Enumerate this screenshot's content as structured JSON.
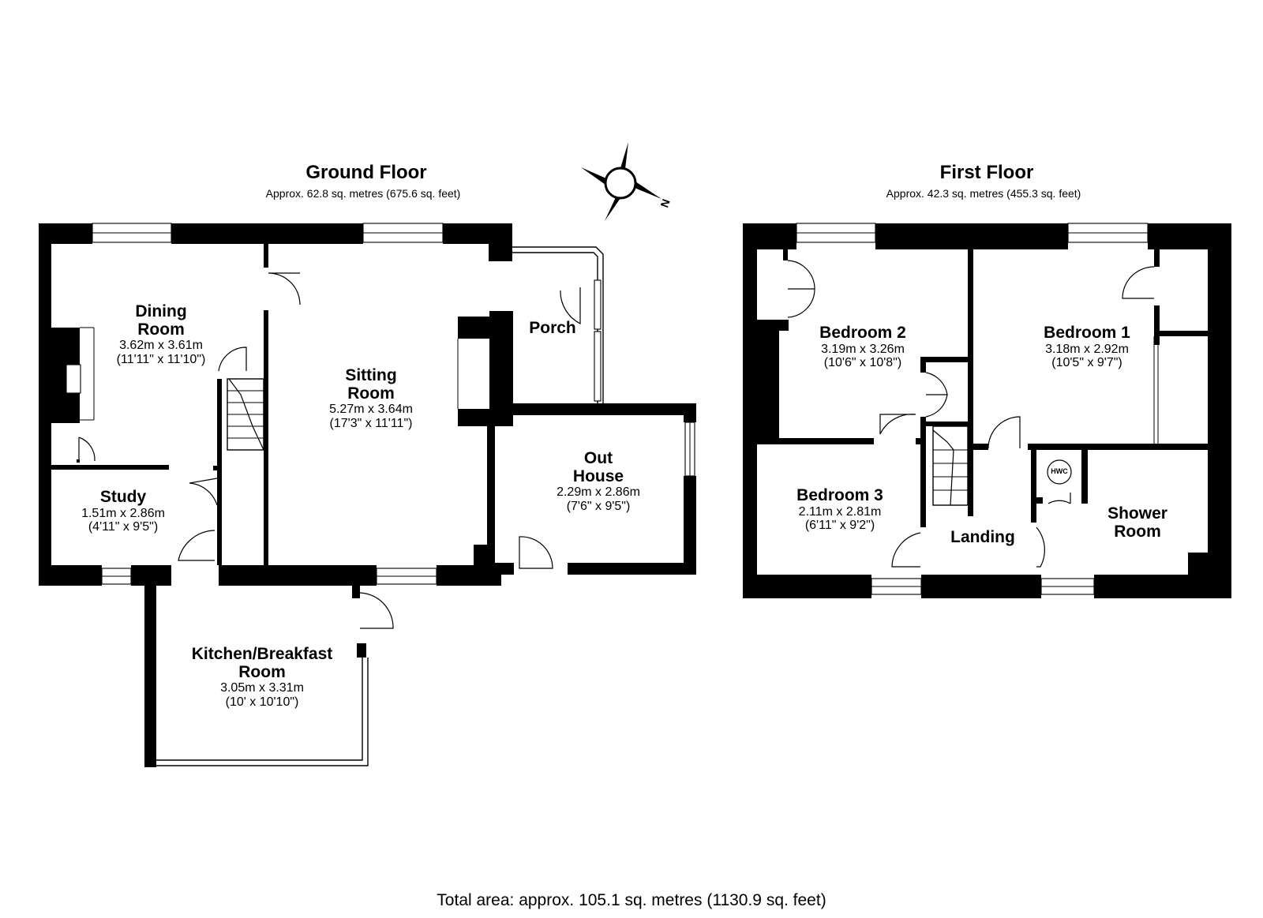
{
  "ground_floor": {
    "title": "Ground Floor",
    "area": "Approx. 62.8 sq. metres (675.6 sq. feet)",
    "rooms": [
      {
        "name": "Dining Room",
        "line1": "Dining",
        "line2": "Room",
        "metric": "3.62m x 3.61m",
        "imperial": "(11'11\" x 11'10\")"
      },
      {
        "name": "Sitting Room",
        "line1": "Sitting",
        "line2": "Room",
        "metric": "5.27m x 3.64m",
        "imperial": "(17'3\" x 11'11\")"
      },
      {
        "name": "Porch",
        "line1": "Porch"
      },
      {
        "name": "Out House",
        "line1": "Out",
        "line2": "House",
        "metric": "2.29m x 2.86m",
        "imperial": "(7'6\" x 9'5\")"
      },
      {
        "name": "Study",
        "line1": "Study",
        "metric": "1.51m x 2.86m",
        "imperial": "(4'11\" x 9'5\")"
      },
      {
        "name": "Kitchen/Breakfast Room",
        "line1": "Kitchen/Breakfast",
        "line2": "Room",
        "metric": "3.05m x 3.31m",
        "imperial": "(10' x 10'10\")"
      }
    ]
  },
  "first_floor": {
    "title": "First Floor",
    "area": "Approx. 42.3 sq. metres (455.3 sq. feet)",
    "rooms": [
      {
        "name": "Bedroom 2",
        "line1": "Bedroom 2",
        "metric": "3.19m x 3.26m",
        "imperial": "(10'6\" x 10'8\")"
      },
      {
        "name": "Bedroom 1",
        "line1": "Bedroom 1",
        "metric": "3.18m x 2.92m",
        "imperial": "(10'5\" x 9'7\")"
      },
      {
        "name": "Bedroom 3",
        "line1": "Bedroom 3",
        "metric": "2.11m x 2.81m",
        "imperial": "(6'11\" x 9'2\")"
      },
      {
        "name": "Landing",
        "line1": "Landing"
      },
      {
        "name": "Shower Room",
        "line1": "Shower",
        "line2": "Room"
      },
      {
        "name": "HWC",
        "line1": "HWC"
      }
    ]
  },
  "compass": {
    "label": "N",
    "icon": "compass-rose-icon"
  },
  "total_area": "Total area: approx. 105.1 sq. metres (1130.9 sq. feet)"
}
